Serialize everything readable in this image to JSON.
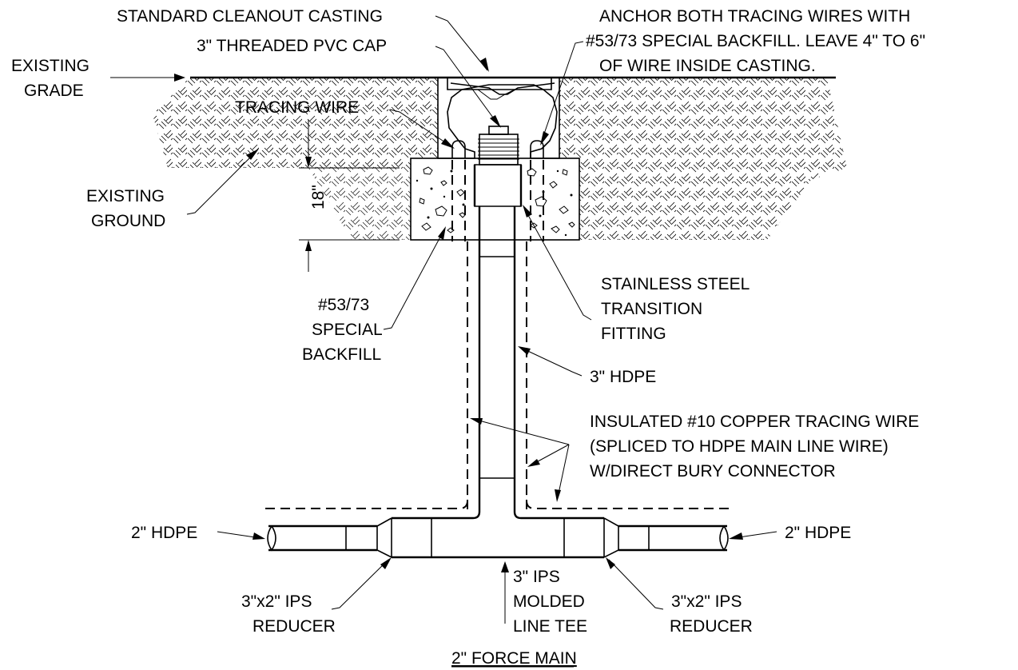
{
  "labels": {
    "casting": "STANDARD  CLEANOUT CASTING",
    "cap": "3\" THREADED PVC CAP",
    "anchor_1": "ANCHOR BOTH TRACING WIRES WITH",
    "anchor_2": "#53/73 SPECIAL BACKFILL. LEAVE 4\" TO 6\"",
    "anchor_3": "OF WIRE INSIDE CASTING.",
    "grade_1": "EXISTING",
    "grade_2": "GRADE",
    "tracing_wire": "TRACING WIRE",
    "ground_1": "EXISTING",
    "ground_2": "GROUND",
    "depth": "18\"",
    "backfill_1": "#53/73",
    "backfill_2": "SPECIAL",
    "backfill_3": "BACKFILL",
    "fitting_1": "STAINLESS STEEL",
    "fitting_2": "TRANSITION",
    "fitting_3": "FITTING",
    "hdpe3": "3\" HDPE",
    "copper_1": "INSULATED #10 COPPER TRACING WIRE",
    "copper_2": "(SPLICED TO HDPE MAIN LINE WIRE)",
    "copper_3": "W/DIRECT BURY CONNECTOR",
    "hdpe2_left": "2\" HDPE",
    "hdpe2_right": "2\" HDPE",
    "tee_1": "3\" IPS",
    "tee_2": "MOLDED",
    "tee_3": "LINE TEE",
    "reducer_left_1": "3\"x2\" IPS",
    "reducer_left_2": "REDUCER",
    "reducer_right_1": "3\"x2\" IPS",
    "reducer_right_2": "REDUCER",
    "title": "2\" FORCE MAIN"
  }
}
